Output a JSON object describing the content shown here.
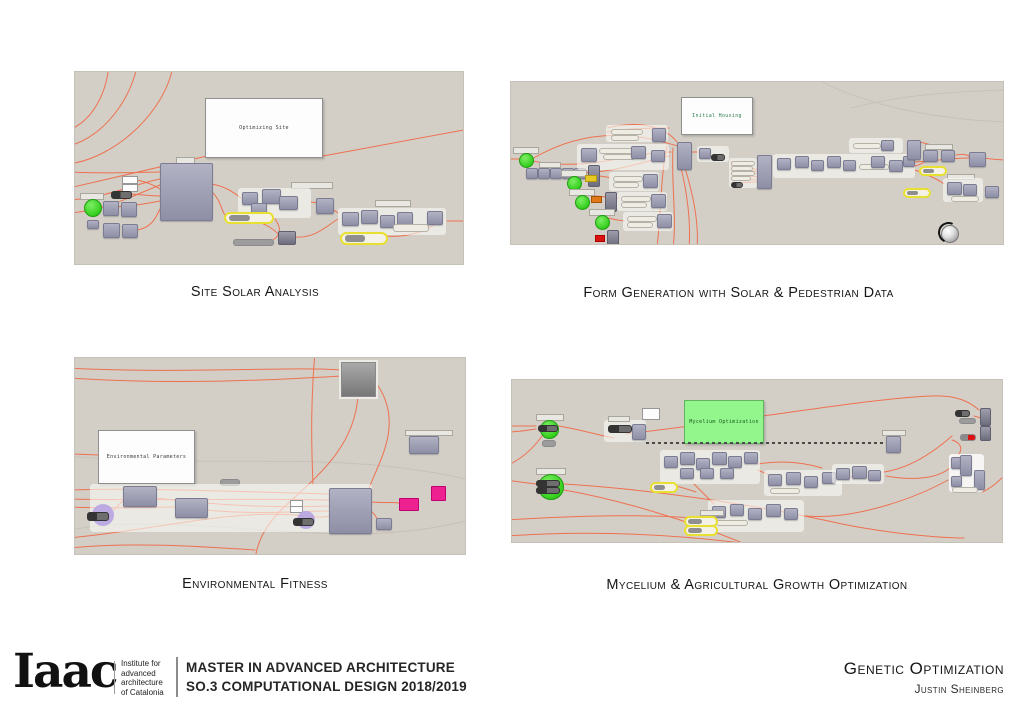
{
  "panels": [
    {
      "id": "site-solar-analysis",
      "caption": "Site Solar Analysis",
      "note": "Optimizing Site"
    },
    {
      "id": "form-generation",
      "caption": "Form Generation with Solar & Pedestrian Data",
      "note": "Initial Housing"
    },
    {
      "id": "environmental-fitness",
      "caption": "Environmental Fitness",
      "note": "Environmental Parameters"
    },
    {
      "id": "mycelium-optimization",
      "caption": "Mycelium & Agricultural Growth Optimization",
      "note": "Mycelium Optimization"
    }
  ],
  "footer": {
    "logo": "Iaac",
    "institute_lines": [
      "Institute for",
      "advanced",
      "architecture",
      "of Catalonia"
    ],
    "program_line1": "MASTER IN ADVANCED ARCHITECTURE",
    "program_line2": "SO.3 COMPUTATIONAL DESIGN 2018/2019",
    "title": "Genetic Optimization",
    "author": "Justin Sheinberg"
  },
  "colors": {
    "canvas_bg": "#d3cfc7",
    "wire_orange": "#ee7150",
    "wire_gray": "#c6c2ba",
    "node_purple": "#9191a8",
    "slider_yellow": "#e8e030",
    "gene_green": "#35cf1d",
    "cluster_purple": "#b4a0e3",
    "pink_node": "#ee2190",
    "green_note": "#92f68d",
    "text": "#161616"
  }
}
